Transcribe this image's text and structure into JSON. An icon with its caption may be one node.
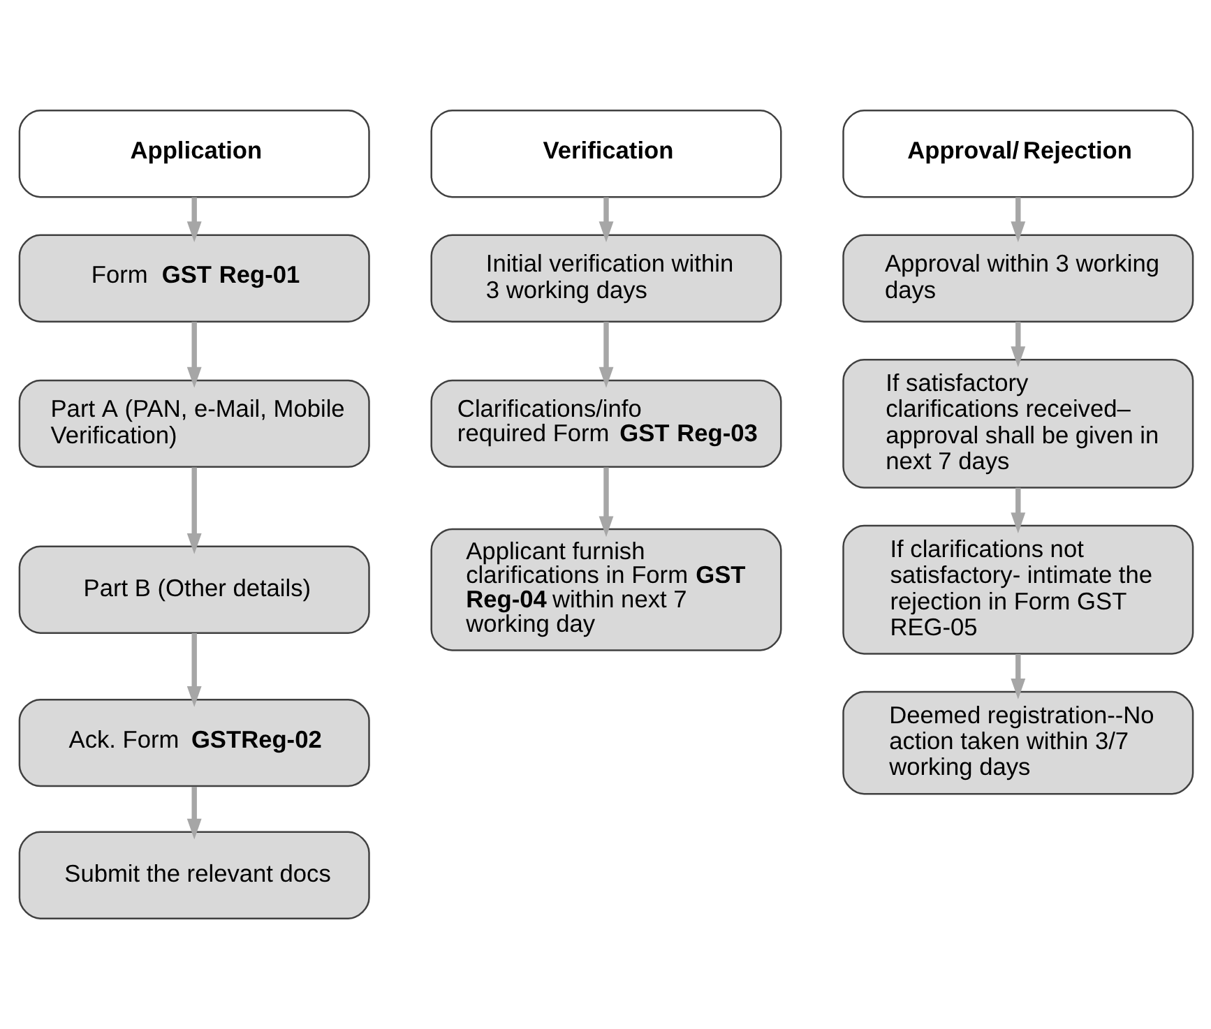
{
  "diagram": {
    "nodes": [
      {
        "text": [
          "Application"
        ]
      },
      {
        "text": [
          "Form **GST Reg-01**"
        ]
      },
      {
        "text": [
          "Part A (PAN, e-Mail, Mobile Verification)"
        ]
      },
      {
        "text": [
          "Part B (Other details)"
        ]
      },
      {
        "text": [
          "Ack. Form **GSTReg-02**"
        ]
      },
      {
        "text": [
          "Submit the relevant docs"
        ]
      },
      {
        "text": [
          "Verification"
        ]
      },
      {
        "text": [
          "Initial verification within 3 working days"
        ]
      },
      {
        "text": [
          "Clarifications/info required Form **GST Reg-03**"
        ]
      },
      {
        "text": [
          "Applicant furnish clarifications in Form **GST Reg-04** within next 7 working day"
        ]
      },
      {
        "text": [
          "Approval/ Rejection"
        ]
      },
      {
        "text": [
          "Approval within 3 working days"
        ]
      },
      {
        "text": [
          "If satisfactory clarifications received– approval shall be given in next 7 days"
        ]
      },
      {
        "text": [
          "If clarifications not satisfactory- intimate the rejection in Form GST REG-05"
        ]
      },
      {
        "text": [
          "Deemed registration--No action taken within 3/7 working days"
        ]
      }
    ],
    "edges": [
      {
        "from": 0,
        "to": 1,
        "arrow": "to"
      },
      {
        "from": 1,
        "to": 2,
        "arrow": "to"
      },
      {
        "from": 2,
        "to": 3,
        "arrow": "to"
      },
      {
        "from": 3,
        "to": 4,
        "arrow": "to"
      },
      {
        "from": 4,
        "to": 5,
        "arrow": "to"
      },
      {
        "from": 6,
        "to": 7,
        "arrow": "to"
      },
      {
        "from": 7,
        "to": 8,
        "arrow": "to"
      },
      {
        "from": 8,
        "to": 9,
        "arrow": "to"
      },
      {
        "from": 10,
        "to": 11,
        "arrow": "to"
      },
      {
        "from": 11,
        "to": 12,
        "arrow": "to"
      },
      {
        "from": 12,
        "to": 13,
        "arrow": "to"
      },
      {
        "from": 13,
        "to": 14,
        "arrow": "to"
      }
    ]
  }
}
